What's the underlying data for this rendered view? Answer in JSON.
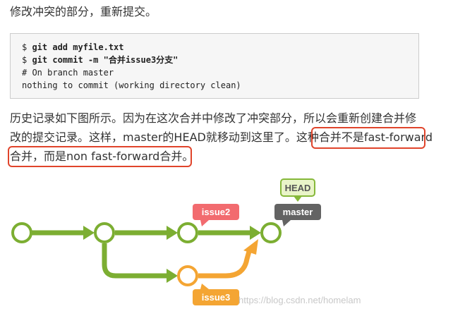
{
  "intro": "修改冲突的部分，重新提交。",
  "code": {
    "prompt1": "$ ",
    "cmd1": "git add myfile.txt",
    "prompt2": "$ ",
    "cmd2": "git commit -m \"合并issue3分支\"",
    "out1": "# On branch master",
    "out2": "nothing to commit (working directory clean)"
  },
  "body": {
    "line1": "历史记录如下图所示。因为在这次合并中修改了冲突部分，所以会重新创建合并修",
    "line2_a": "改的提交记录。这样，master的HEAD就移动到这里了。这种",
    "line2_b": "合并不是fast-forward",
    "line3_a": "合并，而是non fast-forward合并。"
  },
  "diagram": {
    "labels": {
      "head": "HEAD",
      "master": "master",
      "issue2": "issue2",
      "issue3": "issue3"
    },
    "colors": {
      "main_branch": "#7cae32",
      "issue3_branch": "#f4a533",
      "head_tag_fill": "#e9f4c8",
      "head_tag_border": "#86b83a",
      "master_tag": "#636363",
      "issue2_tag": "#f26b6f",
      "issue3_tag": "#f4a533",
      "highlight_box": "#e0442b"
    }
  },
  "watermark": "https://blog.csdn.net/homelam"
}
